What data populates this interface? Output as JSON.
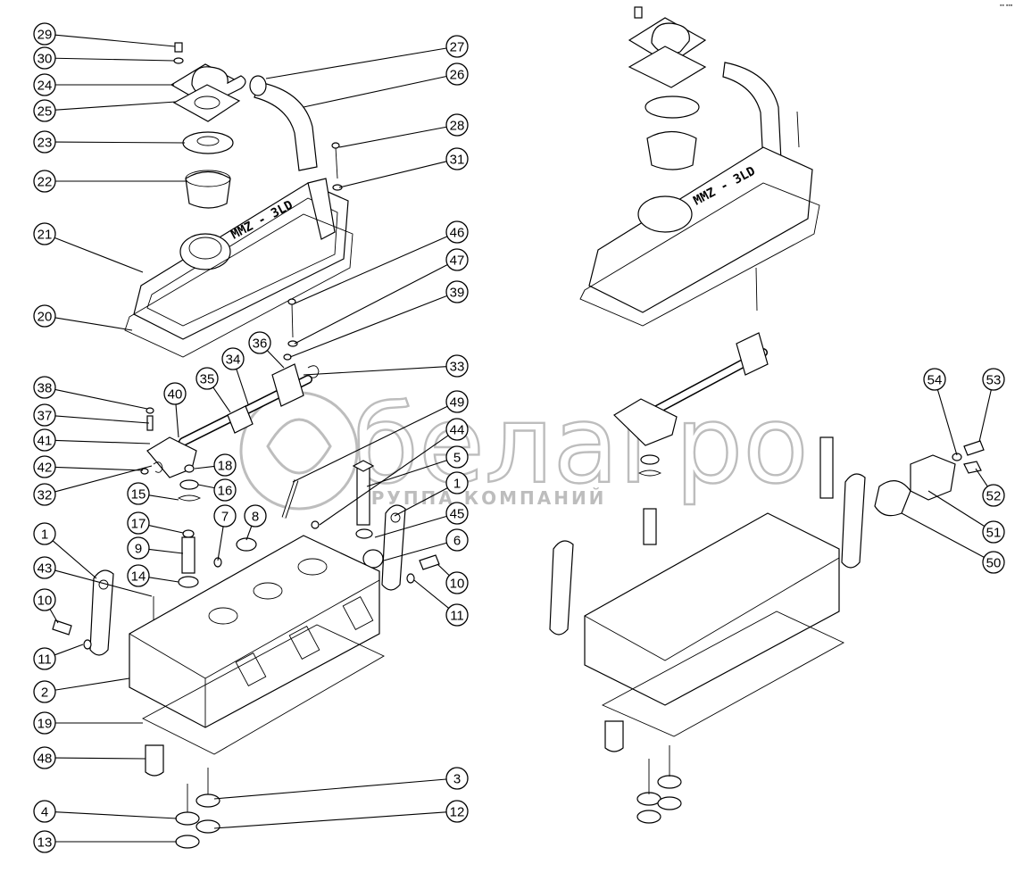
{
  "watermark": {
    "brand": "белагро",
    "subtitle": "ГРУППА КОМПАНИЙ"
  },
  "decal": {
    "left": "MMZ - 3LD",
    "right": "MMZ - 3LD"
  },
  "corner_mark": "▪▪ ▪▪▪",
  "callouts": [
    {
      "label": "29"
    },
    {
      "label": "30"
    },
    {
      "label": "24"
    },
    {
      "label": "25"
    },
    {
      "label": "23"
    },
    {
      "label": "22"
    },
    {
      "label": "21"
    },
    {
      "label": "20"
    },
    {
      "label": "38"
    },
    {
      "label": "37"
    },
    {
      "label": "41"
    },
    {
      "label": "42"
    },
    {
      "label": "32"
    },
    {
      "label": "15"
    },
    {
      "label": "17"
    },
    {
      "label": "9"
    },
    {
      "label": "14"
    },
    {
      "label": "1"
    },
    {
      "label": "43"
    },
    {
      "label": "10"
    },
    {
      "label": "11"
    },
    {
      "label": "2"
    },
    {
      "label": "19"
    },
    {
      "label": "48"
    },
    {
      "label": "4"
    },
    {
      "label": "13"
    },
    {
      "label": "27"
    },
    {
      "label": "26"
    },
    {
      "label": "28"
    },
    {
      "label": "31"
    },
    {
      "label": "46"
    },
    {
      "label": "47"
    },
    {
      "label": "39"
    },
    {
      "label": "33"
    },
    {
      "label": "36"
    },
    {
      "label": "34"
    },
    {
      "label": "35"
    },
    {
      "label": "40"
    },
    {
      "label": "18"
    },
    {
      "label": "16"
    },
    {
      "label": "7"
    },
    {
      "label": "8"
    },
    {
      "label": "49"
    },
    {
      "label": "44"
    },
    {
      "label": "5"
    },
    {
      "label": "1"
    },
    {
      "label": "45"
    },
    {
      "label": "6"
    },
    {
      "label": "10"
    },
    {
      "label": "11"
    },
    {
      "label": "3"
    },
    {
      "label": "12"
    },
    {
      "label": "54"
    },
    {
      "label": "53"
    },
    {
      "label": "52"
    },
    {
      "label": "51"
    },
    {
      "label": "50"
    }
  ]
}
